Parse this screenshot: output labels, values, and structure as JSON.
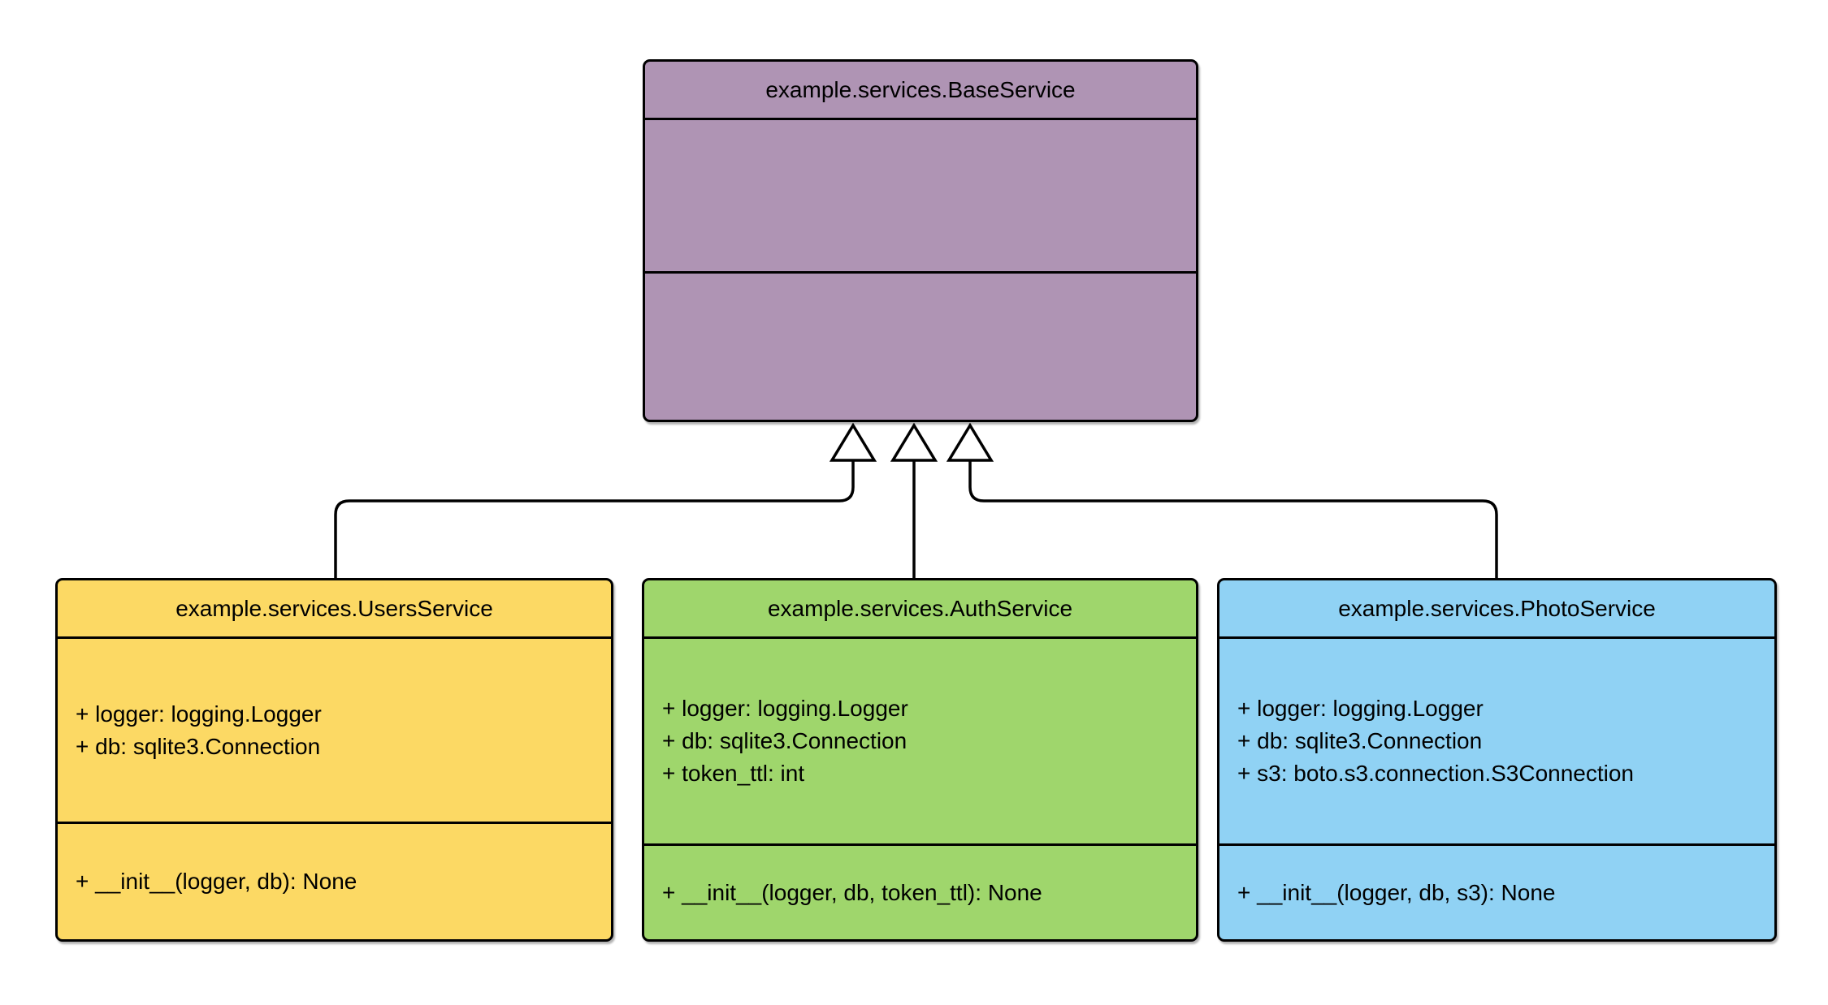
{
  "diagram": {
    "type": "uml-class-diagram",
    "background": "#ffffff",
    "border_color": "#000000",
    "classes": [
      {
        "name": "example.services.BaseService",
        "fill": "#af94b4",
        "attributes": [],
        "methods": []
      },
      {
        "name": "example.services.UsersService",
        "fill": "#fcd964",
        "attributes": [
          "+ logger: logging.Logger",
          "+ db: sqlite3.Connection"
        ],
        "methods": [
          "+ __init__(logger, db): None"
        ]
      },
      {
        "name": "example.services.AuthService",
        "fill": "#9fd66c",
        "attributes": [
          "+ logger: logging.Logger",
          "+ db: sqlite3.Connection",
          "+ token_ttl: int"
        ],
        "methods": [
          "+ __init__(logger, db, token_ttl): None"
        ]
      },
      {
        "name": "example.services.PhotoService",
        "fill": "#90d2f4",
        "attributes": [
          "+ logger: logging.Logger",
          "+ db: sqlite3.Connection",
          "+ s3: boto.s3.connection.S3Connection"
        ],
        "methods": [
          "+ __init__(logger, db, s3): None"
        ]
      }
    ],
    "relations": [
      {
        "type": "inheritance",
        "from": "example.services.UsersService",
        "to": "example.services.BaseService"
      },
      {
        "type": "inheritance",
        "from": "example.services.AuthService",
        "to": "example.services.BaseService"
      },
      {
        "type": "inheritance",
        "from": "example.services.PhotoService",
        "to": "example.services.BaseService"
      }
    ]
  }
}
